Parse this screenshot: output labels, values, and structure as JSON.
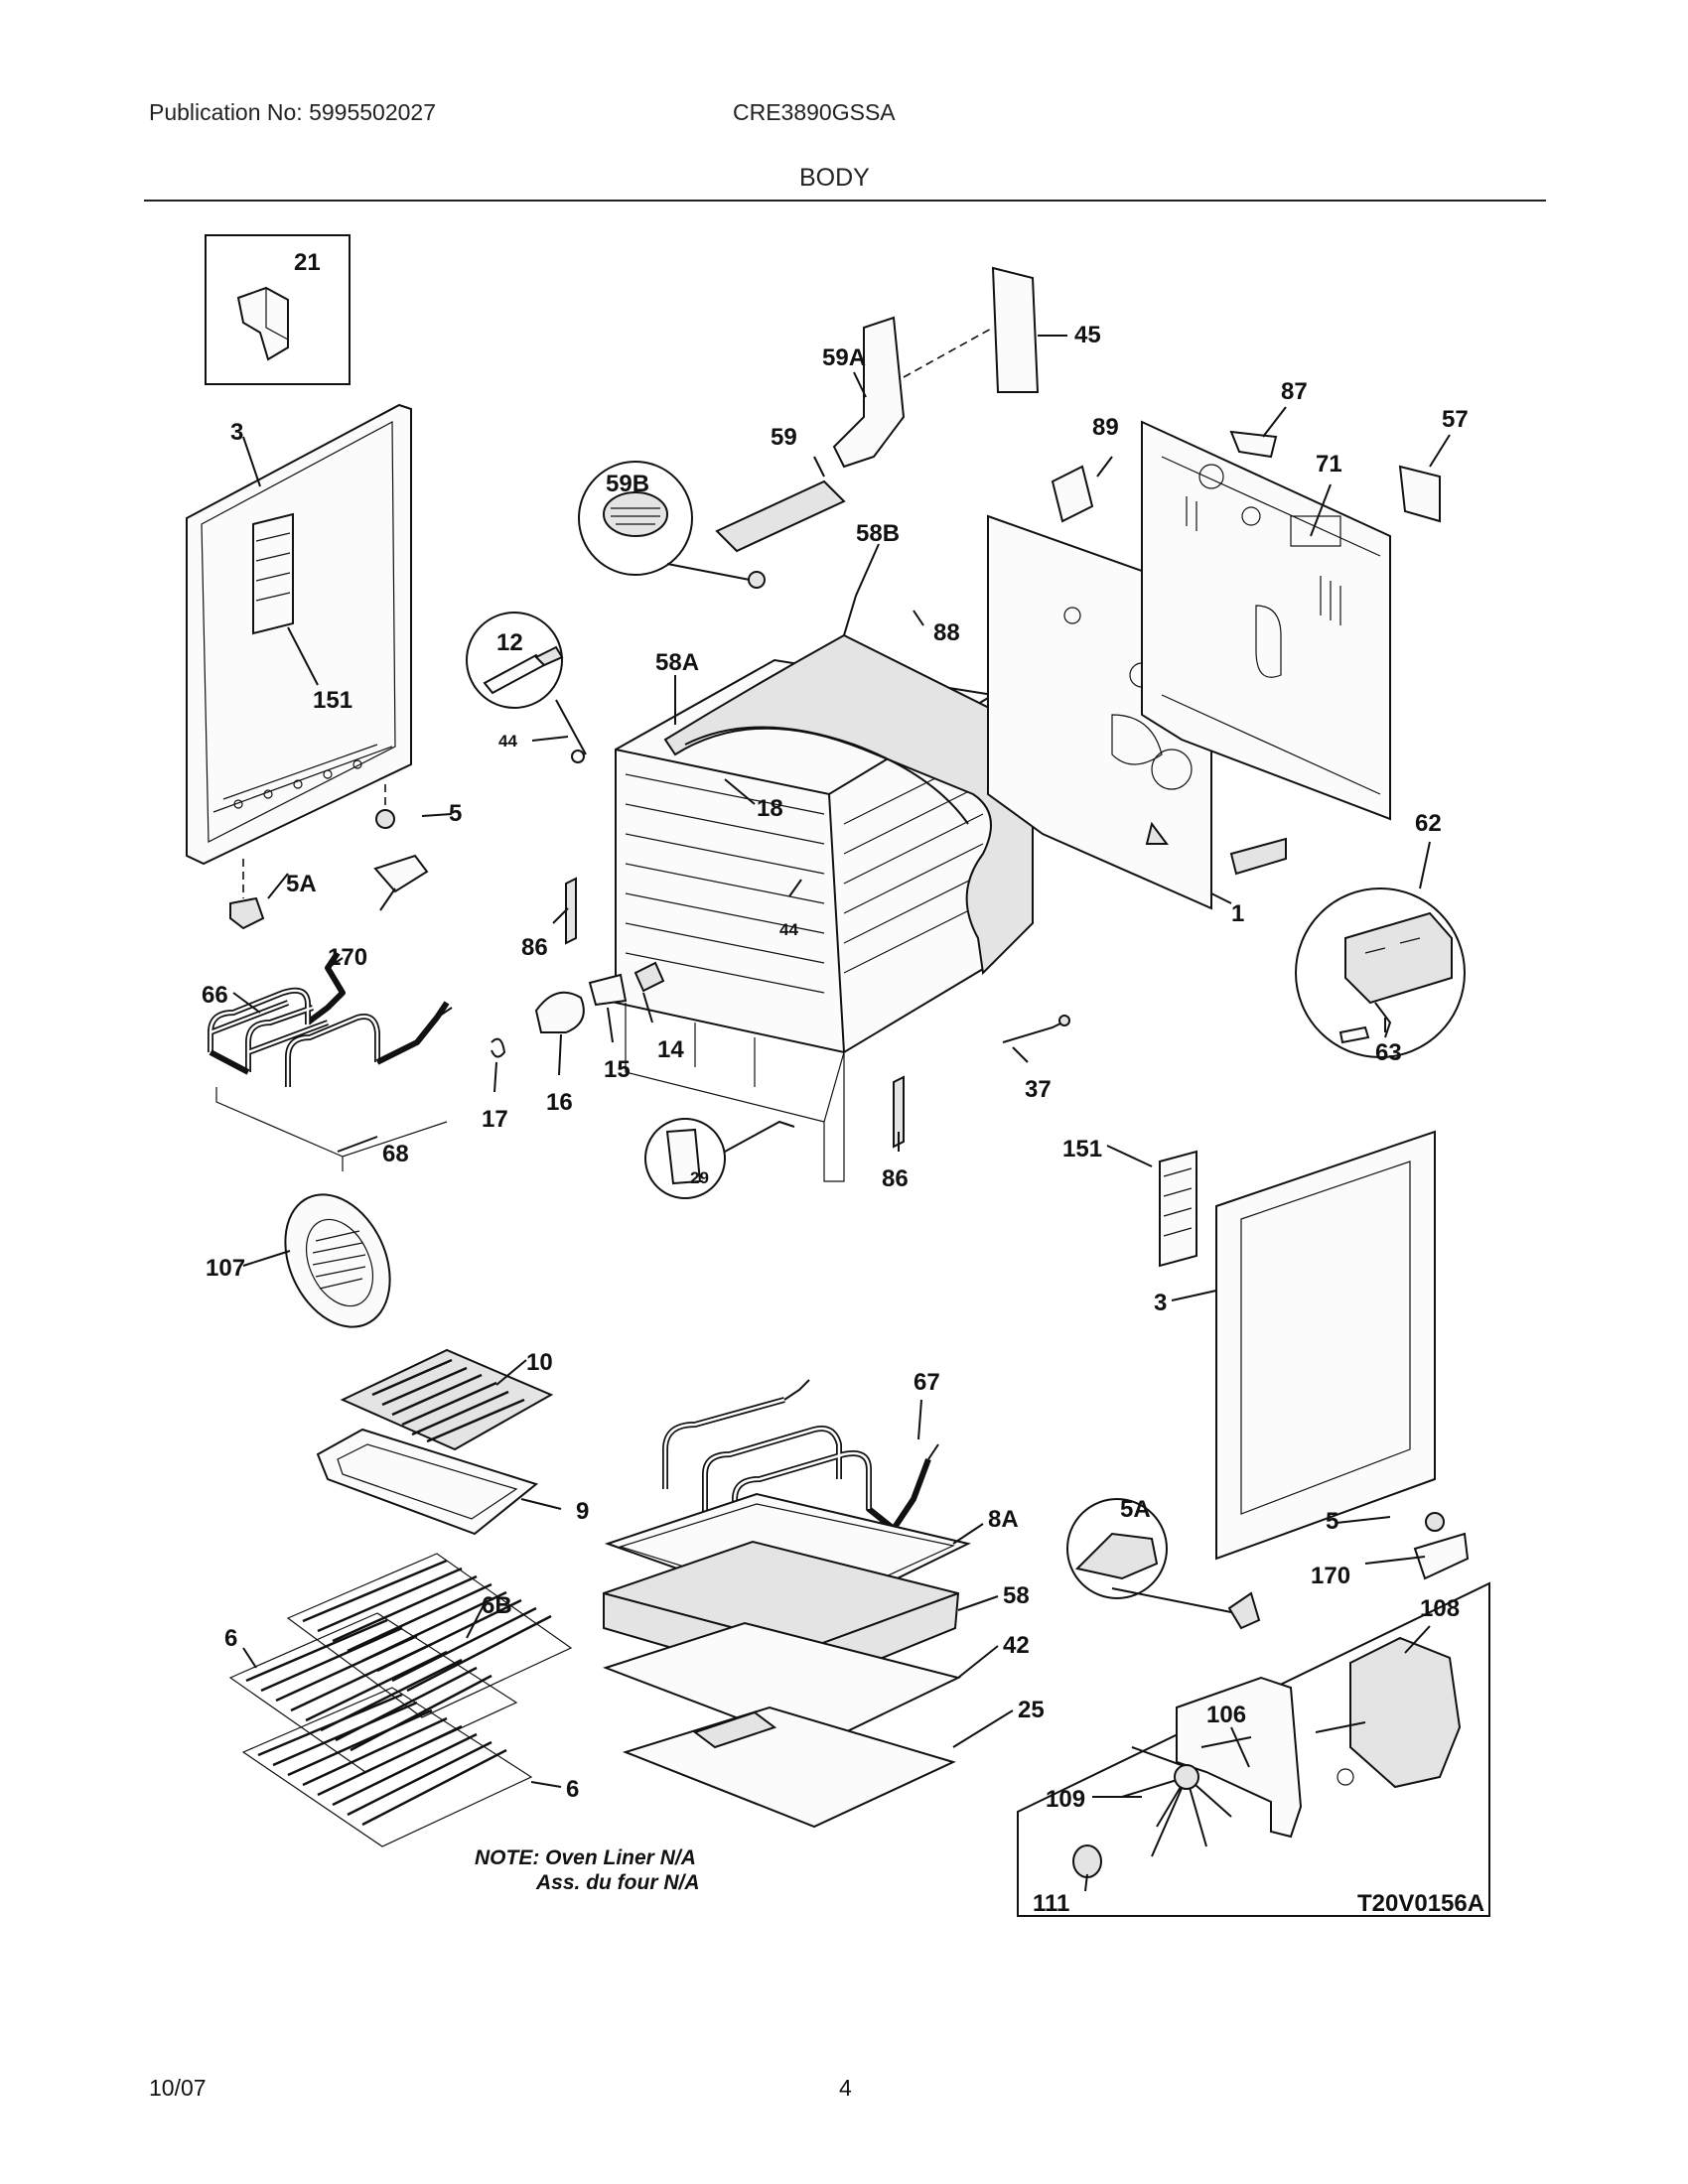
{
  "header": {
    "publication": "Publication No: 5995502027",
    "model": "CRE3890GSSA",
    "section_title": "BODY"
  },
  "footer": {
    "date": "10/07",
    "page": "4"
  },
  "diagram": {
    "callouts": [
      "21",
      "3",
      "151",
      "5",
      "5A",
      "170",
      "66",
      "68",
      "107",
      "10",
      "9",
      "6B",
      "6",
      "6",
      "12",
      "44",
      "58A",
      "59B",
      "59",
      "59A",
      "45",
      "58B",
      "88",
      "18",
      "86",
      "44",
      "14",
      "15",
      "16",
      "17",
      "29",
      "86",
      "37",
      "89",
      "87",
      "57",
      "71",
      "1",
      "62",
      "63",
      "151",
      "3",
      "67",
      "8A",
      "58",
      "42",
      "25",
      "5A",
      "5",
      "170",
      "108",
      "106",
      "109",
      "111"
    ],
    "note_line1": "NOTE: Oven Liner N/A",
    "note_line2": "Ass. du four N/A",
    "reference_code": "T20V0156A"
  }
}
